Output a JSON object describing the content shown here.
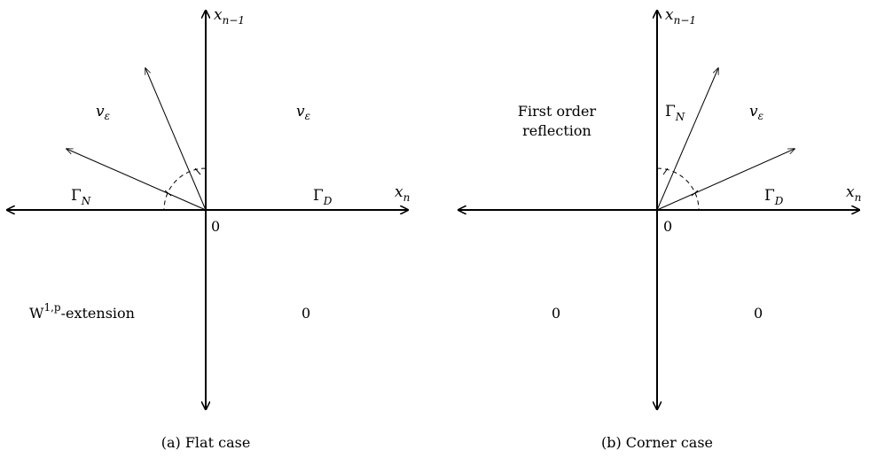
{
  "panels": [
    {
      "caption": "(a) Flat case",
      "axis_y_base": "x",
      "axis_y_sub": "n−1",
      "axis_x_base": "x",
      "axis_x_sub": "n",
      "origin": "0",
      "q_upper_left": {
        "base": "v",
        "sub": "ε"
      },
      "q_upper_right": {
        "base": "v",
        "sub": "ε"
      },
      "boundary_left": {
        "base": "Γ",
        "sub": "N"
      },
      "boundary_right": {
        "base": "Γ",
        "sub": "D"
      },
      "q_lower_left": {
        "prefix": "W",
        "sup": "1,p",
        "suffix": "-extension"
      },
      "q_lower_right": "0"
    },
    {
      "caption": "(b) Corner case",
      "axis_y_base": "x",
      "axis_y_sub": "n−1",
      "axis_x_base": "x",
      "axis_x_sub": "n",
      "origin": "0",
      "q_upper_left_line1": "First order",
      "q_upper_left_line2": "reflection",
      "boundary_upper": {
        "base": "Γ",
        "sub": "N"
      },
      "q_upper_right": {
        "base": "v",
        "sub": "ε"
      },
      "boundary_right": {
        "base": "Γ",
        "sub": "D"
      },
      "q_lower_left": "0",
      "q_lower_right": "0"
    }
  ]
}
